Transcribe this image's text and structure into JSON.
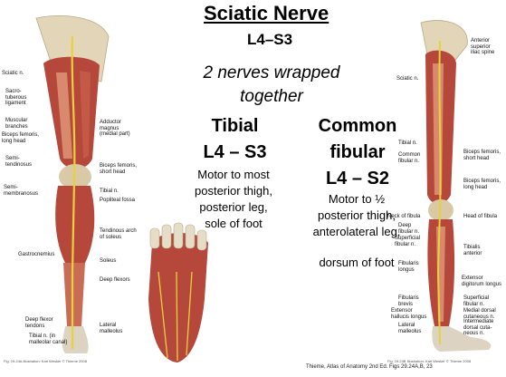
{
  "slide": {
    "title": "Sciatic Nerve",
    "subtitle": "L4–S3",
    "description_line1": "2 nerves wrapped",
    "description_line2": "together",
    "tibial": {
      "name": "Tibial",
      "levels": "L4 – S3",
      "desc_line1": "Motor to most",
      "desc_line2": "posterior thigh,",
      "desc_line3": "posterior leg,",
      "desc_line4": "sole of foot"
    },
    "common_fibular": {
      "name_line1": "Common",
      "name_line2": "fibular",
      "levels": "L4 – S2",
      "desc_line1": "Motor to ½",
      "desc_line2": "posterior thigh,",
      "desc_line3": "anterolateral leg,",
      "desc_line4": "dorsum of foot"
    },
    "credit": "Thieme, Atlas of Anatomy 2nd Ed. Figs 29.24A,B, 23"
  },
  "left_figure_labels": {
    "sciatic": "Sciatic n.",
    "sacrotuberous": [
      "Sacro-",
      "tuberous",
      "ligament"
    ],
    "muscular_branches": [
      "Muscular",
      "branches"
    ],
    "biceps_long": [
      "Biceps femoris,",
      "long head"
    ],
    "semitendinosus": [
      "Semi-",
      "tendinosus"
    ],
    "semimembranosus": [
      "Semi-",
      "membranosus"
    ],
    "gastrocnemius": "Gastrocnemius",
    "deep_flexor_tendons": [
      "Deep flexor",
      "tendons"
    ],
    "tibial_malleolar": [
      "Tibial n. (in",
      "malleolar canal)"
    ],
    "adductor_magnus": [
      "Adductor",
      "magnus",
      "(medial part)"
    ],
    "biceps_short": [
      "Biceps femoris,",
      "short head"
    ],
    "tibial_n": "Tibial n.",
    "popliteal_fossa": "Popliteal fossa",
    "tendinous_arch": [
      "Tendinous arch",
      "of soleus"
    ],
    "soleus": "Soleus",
    "deep_flexors": "Deep flexors",
    "lateral_malleolus": [
      "Lateral",
      "malleolus"
    ],
    "fig_note": "Fig. 29.24A  Illustration: Karl Wesker  © Thieme 2008"
  },
  "right_figure_labels": {
    "anterior_superior": [
      "Anterior",
      "superior",
      "iliac spine"
    ],
    "sciatic": "Sciatic n.",
    "tibial": "Tibial n.",
    "common_fibular": [
      "Common",
      "fibular n."
    ],
    "biceps_short": [
      "Biceps femoris,",
      "short head"
    ],
    "biceps_long": [
      "Biceps femoris,",
      "long head"
    ],
    "neck_of_fibula": "Neck of fibula",
    "head_of_fibula": "Head of fibula",
    "deep_fibular": [
      "Deep",
      "fibular n."
    ],
    "superficial_fibular": [
      "Superficial",
      "fibular n."
    ],
    "tibialis_anterior": [
      "Tibialis",
      "anterior"
    ],
    "fibularis_longus": [
      "Fibularis",
      "longus"
    ],
    "extensor_digitorum": [
      "Extensor",
      "digitorum longus"
    ],
    "fibularis_brevis": [
      "Fibularis",
      "brevis"
    ],
    "superficial_fibular2": [
      "Superficial",
      "fibular n."
    ],
    "extensor_hallucis": [
      "Extensor",
      "hallucis longus"
    ],
    "medial_dorsal": [
      "Medial dorsal",
      "cutaneous n."
    ],
    "lateral_malleolus": [
      "Lateral",
      "malleolus"
    ],
    "intermediate_dorsal": [
      "Intermediate",
      "dorsal cuta-",
      "neous n."
    ],
    "fig_note": "Fig. 29.24B  Illustration: Karl Wesker  © Thieme 2008"
  },
  "colors": {
    "muscle": "#b5483a",
    "muscle_light": "#d98a6e",
    "bone": "#e8dcc0",
    "nerve": "#e8d23a",
    "tendon": "#d8d2c6"
  }
}
